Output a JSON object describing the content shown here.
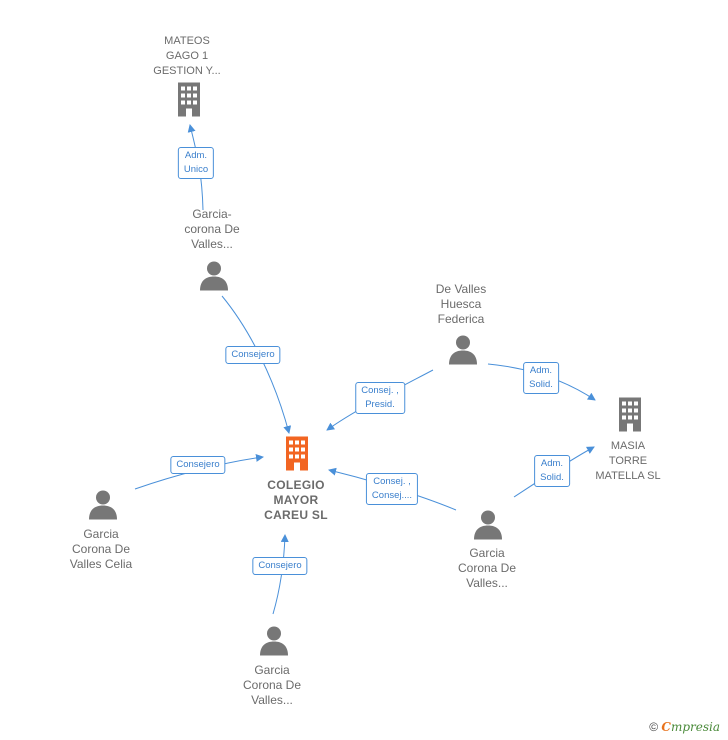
{
  "colors": {
    "edge": "#4a90d9",
    "person": "#777777",
    "company": "#777777",
    "main_company": "#f26522"
  },
  "nodes": {
    "colegio": {
      "lines": [
        "COLEGIO",
        "MAYOR",
        "CAREU  SL"
      ],
      "icon": "building-icon"
    },
    "mateos": {
      "lines": [
        "MATEOS",
        "GAGO 1",
        "GESTION Y..."
      ],
      "icon": "building-icon"
    },
    "masia": {
      "lines": [
        "MASIA",
        "TORRE",
        "MATELLA  SL"
      ],
      "icon": "building-icon"
    },
    "garcia_corona_top": {
      "lines": [
        "Garcia-",
        "corona De",
        "Valles..."
      ],
      "icon": "person-icon"
    },
    "de_valles_huesca": {
      "lines": [
        "De Valles",
        "Huesca",
        "Federica"
      ],
      "icon": "person-icon"
    },
    "garcia_celia": {
      "lines": [
        "Garcia",
        "Corona De",
        "Valles Celia"
      ],
      "icon": "person-icon"
    },
    "garcia_right": {
      "lines": [
        "Garcia",
        "Corona De",
        "Valles..."
      ],
      "icon": "person-icon"
    },
    "garcia_bottom": {
      "lines": [
        "Garcia",
        "Corona De",
        "Valles..."
      ],
      "icon": "person-icon"
    }
  },
  "edges": {
    "adm_unico": [
      "Adm.",
      "Unico"
    ],
    "consejero_top": [
      "Consejero"
    ],
    "consej_presid": [
      "Consej. ,",
      "Presid."
    ],
    "adm_solid_1": [
      "Adm.",
      "Solid."
    ],
    "consejero_left": [
      "Consejero"
    ],
    "consej_consej": [
      "Consej. ,",
      "Consej...."
    ],
    "adm_solid_2": [
      "Adm.",
      "Solid."
    ],
    "consejero_bottom": [
      "Consejero"
    ]
  },
  "brand": {
    "copyright": "©",
    "first_letter": "C",
    "rest": "mpresia"
  }
}
